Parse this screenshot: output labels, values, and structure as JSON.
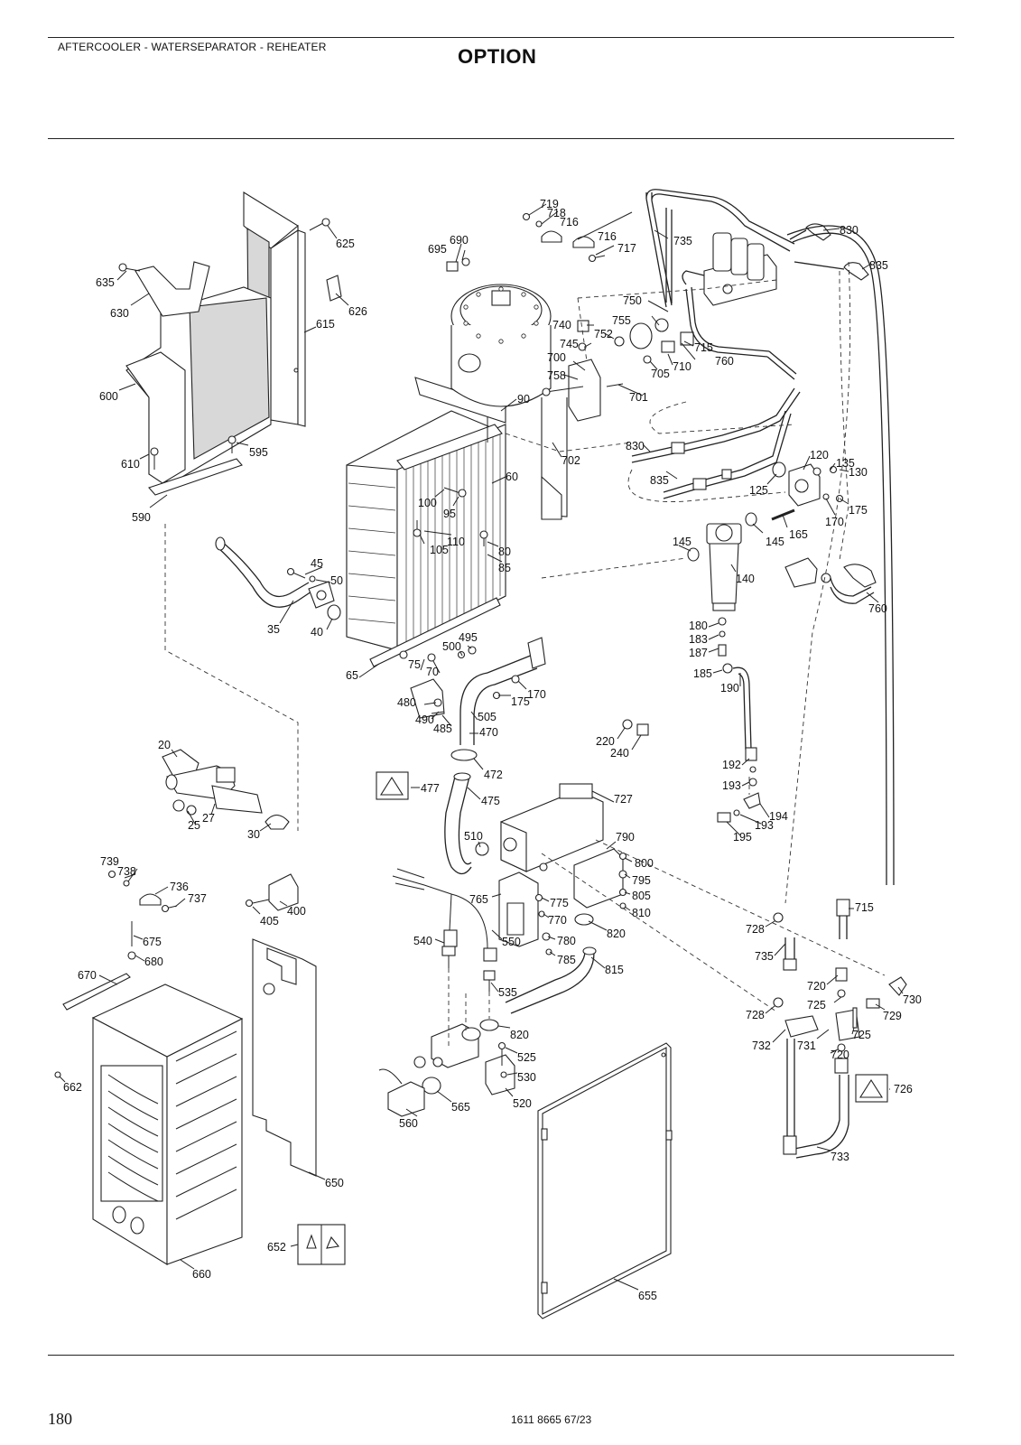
{
  "header": {
    "section_title": "AFTERCOOLER - WATERSEPARATOR - REHEATER",
    "option_label": "OPTION"
  },
  "footer": {
    "page_number": "180",
    "document_code": "1611 8665 67/23"
  },
  "diagram": {
    "callouts": [
      "719",
      "718",
      "716",
      "716",
      "717",
      "690",
      "695",
      "625",
      "635",
      "630",
      "626",
      "615",
      "600",
      "610",
      "595",
      "590",
      "830",
      "835",
      "735",
      "750",
      "755",
      "740",
      "752",
      "745",
      "715",
      "760",
      "710",
      "705",
      "700",
      "758",
      "701",
      "90",
      "60",
      "702",
      "830",
      "835",
      "120",
      "135",
      "130",
      "125",
      "175",
      "170",
      "145",
      "165",
      "145",
      "140",
      "760",
      "100",
      "95",
      "105",
      "110",
      "80",
      "85",
      "45",
      "50",
      "35",
      "40",
      "65",
      "75",
      "70",
      "495",
      "500",
      "480",
      "490",
      "485",
      "505",
      "470",
      "175",
      "170",
      "180",
      "183",
      "187",
      "185",
      "190",
      "220",
      "240",
      "472",
      "477",
      "475",
      "192",
      "193",
      "194",
      "193",
      "195",
      "727",
      "20",
      "27",
      "25",
      "30",
      "790",
      "800",
      "795",
      "805",
      "810",
      "510",
      "765",
      "775",
      "770",
      "780",
      "785",
      "820",
      "815",
      "550",
      "540",
      "535",
      "739",
      "738",
      "736",
      "737",
      "400",
      "405",
      "675",
      "680",
      "670",
      "662",
      "660",
      "650",
      "652",
      "728",
      "735",
      "715",
      "720",
      "725",
      "730",
      "729",
      "728",
      "732",
      "731",
      "725",
      "720",
      "726",
      "733",
      "820",
      "525",
      "530",
      "520",
      "560",
      "565",
      "655"
    ],
    "warning_symbols": [
      "477",
      "726"
    ]
  }
}
